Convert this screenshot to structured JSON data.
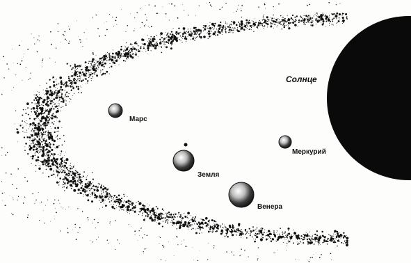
{
  "labels": {
    "sun": "Солнце",
    "mars": "Марс",
    "mercury": "Меркурий",
    "earth": "Земля",
    "venus": "Венера"
  },
  "colors": {
    "ink": "#111111",
    "background": "#fdfdfb"
  }
}
